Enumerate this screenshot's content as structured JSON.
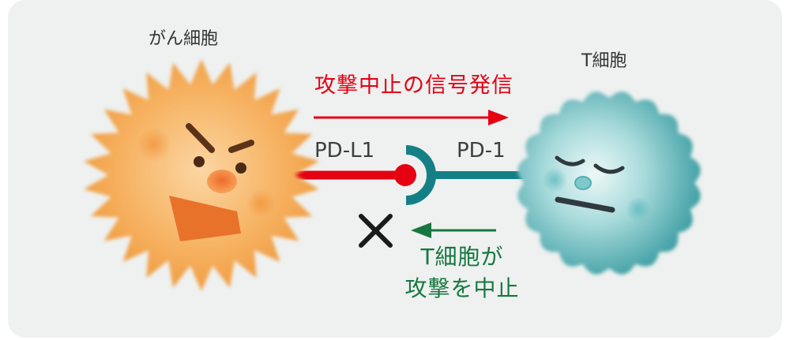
{
  "labels": {
    "cancer_cell": "がん細胞",
    "t_cell": "T細胞",
    "signal": "攻撃中止の信号発信",
    "pd_l1": "PD-L1",
    "pd_1": "PD-1",
    "stop_line1": "T細胞が",
    "stop_line2": "攻撃を中止"
  },
  "colors": {
    "panel_background": "#eef1f0",
    "cancer_cell": "#f5a24a",
    "t_cell": "#3a9aa0",
    "signal_arrow": "#e50012",
    "stop_arrow": "#177740",
    "pd_l1_ligand": "#e50012",
    "pd_1_receptor": "#157f86"
  },
  "icons": {
    "cancer_cell": "angry-spiky-cell",
    "t_cell": "sleepy-fuzzy-cell",
    "blocked_mark": "x-mark"
  }
}
